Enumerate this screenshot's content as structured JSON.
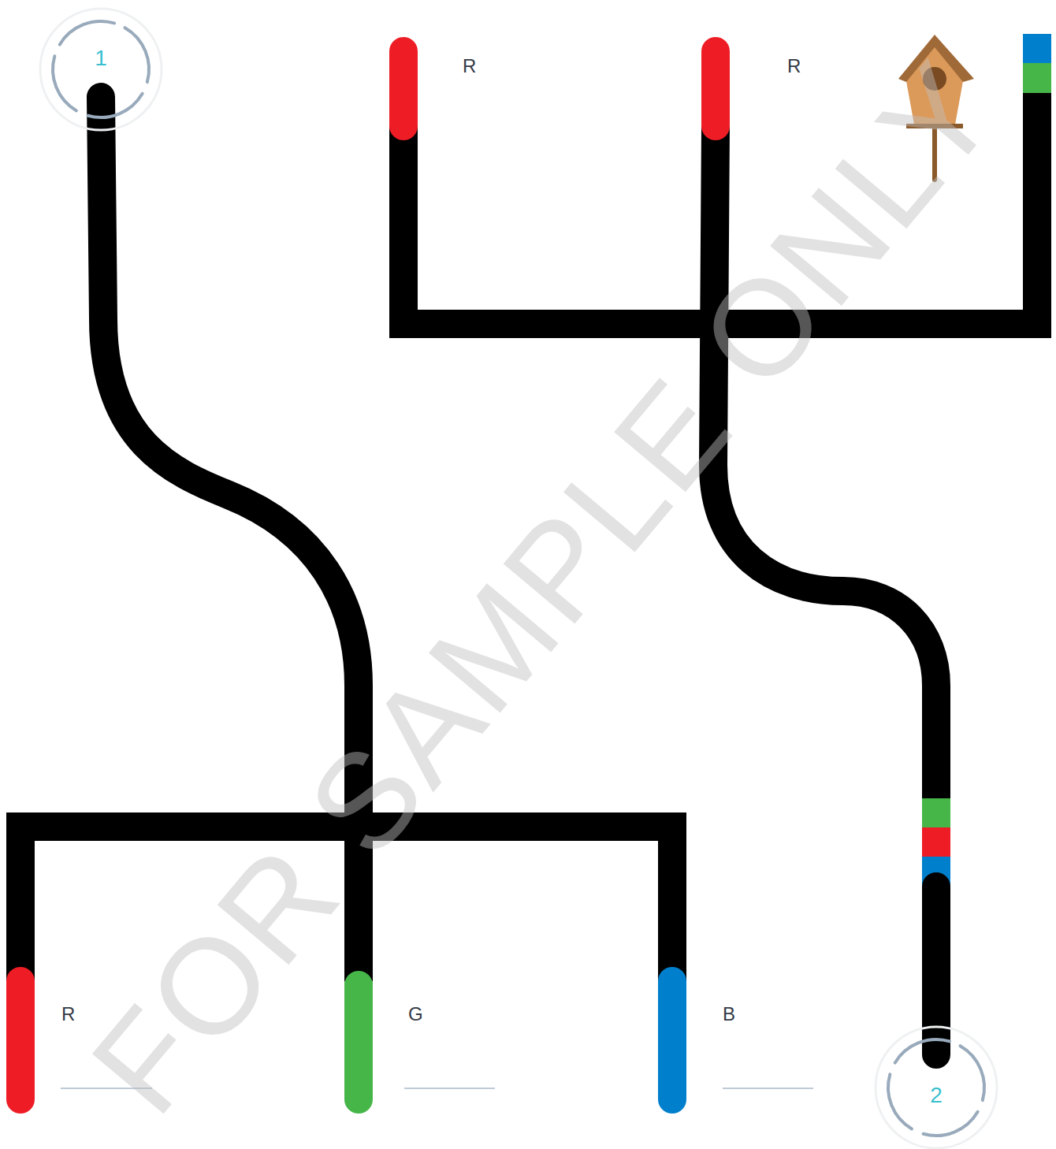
{
  "diagram": {
    "nodes": [
      {
        "text": [
          "1"
        ]
      },
      {
        "text": [
          "2"
        ]
      }
    ],
    "labels": [
      "R",
      "R",
      "R",
      "G",
      "B",
      "FOR SAMPLE ONLY"
    ]
  }
}
